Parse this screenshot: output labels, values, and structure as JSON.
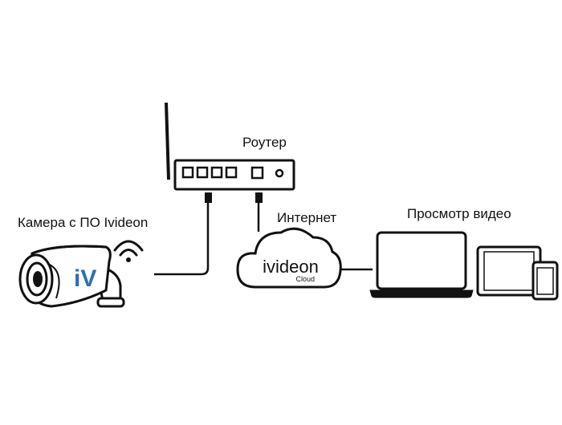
{
  "labels": {
    "router": "Роутер",
    "camera": "Камера с ПО Ivideon",
    "internet": "Интернет",
    "viewing": "Просмотр видео"
  },
  "cloud": {
    "brand": "ivideon",
    "sub": "Cloud"
  },
  "camera_badge": "iV",
  "colors": {
    "stroke": "#111111",
    "badge": "#2b6fb6"
  },
  "icons": [
    "router-icon",
    "camera-icon",
    "wifi-icon",
    "cloud-icon",
    "laptop-icon",
    "tablet-icon",
    "phone-icon"
  ]
}
